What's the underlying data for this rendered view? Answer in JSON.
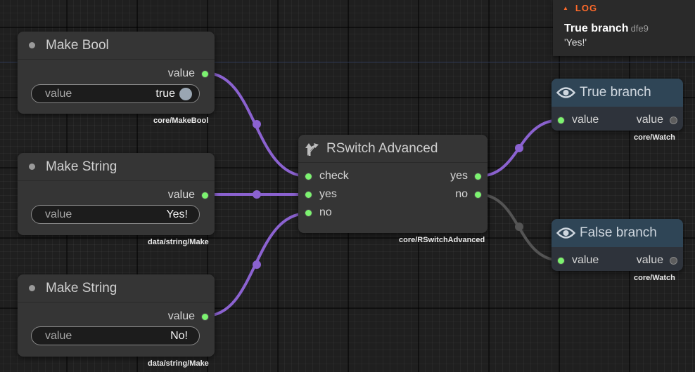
{
  "log": {
    "header": "LOG",
    "entry_title": "True branch",
    "entry_id": "dfe9",
    "entry_value": "'Yes!'"
  },
  "nodes": {
    "make_bool": {
      "title": "Make Bool",
      "output": "value",
      "widget_label": "value",
      "widget_value": "true",
      "type": "core/MakeBool"
    },
    "make_string_1": {
      "title": "Make String",
      "output": "value",
      "widget_label": "value",
      "widget_value": "Yes!",
      "type": "data/string/Make"
    },
    "make_string_2": {
      "title": "Make String",
      "output": "value",
      "widget_label": "value",
      "widget_value": "No!",
      "type": "data/string/Make"
    },
    "rswitch": {
      "title": "RSwitch Advanced",
      "inputs": [
        "check",
        "yes",
        "no"
      ],
      "outputs": [
        "yes",
        "no"
      ],
      "type": "core/RSwitchAdvanced"
    },
    "true_branch": {
      "title": "True branch",
      "input": "value",
      "output": "value",
      "type": "core/Watch"
    },
    "false_branch": {
      "title": "False branch",
      "input": "value",
      "output": "value",
      "type": "core/Watch"
    }
  },
  "colors": {
    "link_active": "#8b62d0",
    "link_inactive": "#545454",
    "pin_connected": "#7cf270",
    "watch_header": "#2f4556",
    "log_header": "#ff6a2a"
  },
  "icons": {
    "switch": "branch-fork-icon",
    "watch": "eye-icon",
    "log_toggle": "caret-up-icon"
  }
}
